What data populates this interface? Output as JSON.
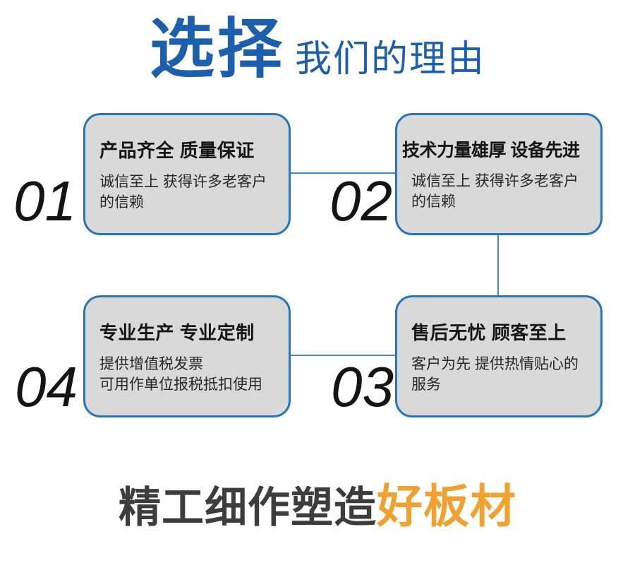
{
  "header": {
    "title_main": "选择",
    "title_sub": "我们的理由"
  },
  "cards": [
    {
      "number": "01",
      "title": "产品齐全 质量保证",
      "desc_lines": [
        "诚信至上 获得许多老客户",
        "的信赖"
      ]
    },
    {
      "number": "02",
      "title": "技术力量雄厚 设备先进",
      "desc_lines": [
        "诚信至上 获得许多老客户",
        "的信赖"
      ]
    },
    {
      "number": "03",
      "title": "售后无忧 顾客至上",
      "desc_lines": [
        "客户为先 提供热情贴心的",
        "服务"
      ]
    },
    {
      "number": "04",
      "title": "专业生产 专业定制",
      "desc_lines": [
        "提供增值税发票",
        "可用作单位报税抵扣使用"
      ]
    }
  ],
  "footer": {
    "tagline_dark": "精工细作塑造",
    "tagline_accent": "好板材"
  },
  "colors": {
    "brand_blue": "#1c5fac",
    "card_border_blue": "#2677b8",
    "connector_blue": "#4189c5",
    "card_background": "#d9d9d9",
    "accent_orange": "#f0a12f",
    "tagline_dark": "#3d3d3d"
  }
}
